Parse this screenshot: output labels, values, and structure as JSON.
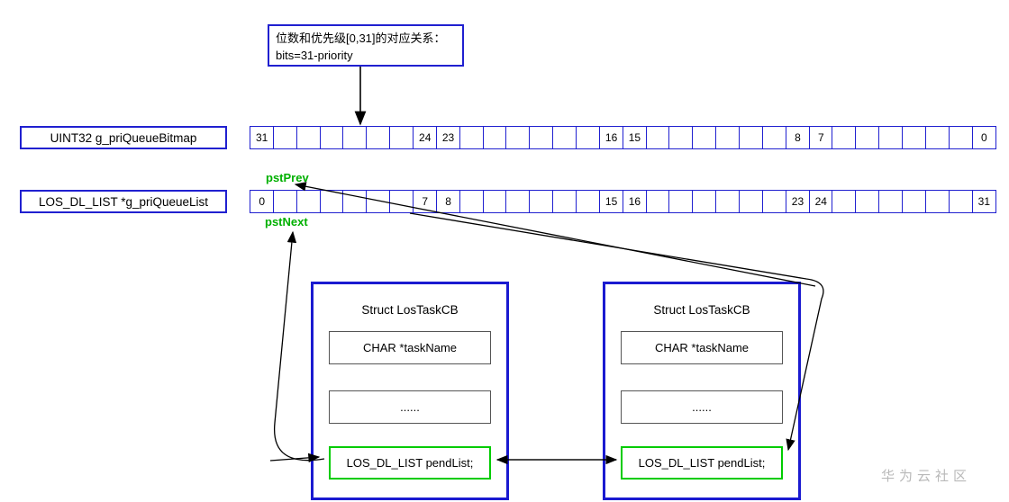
{
  "callout": {
    "text": "位数和优先级[0,31]的对应关系：\nbits=31-priority"
  },
  "bitmap_row": {
    "label": "UINT32 g_priQueueBitmap",
    "cells": [
      "31",
      "",
      "",
      "",
      "",
      "",
      "",
      "24",
      "23",
      "",
      "",
      "",
      "",
      "",
      "",
      "16",
      "15",
      "",
      "",
      "",
      "",
      "",
      "",
      "8",
      "7",
      "",
      "",
      "",
      "",
      "",
      "",
      "0"
    ]
  },
  "list_row": {
    "label": "LOS_DL_LIST *g_priQueueList",
    "cells": [
      "0",
      "",
      "",
      "",
      "",
      "",
      "",
      "7",
      "8",
      "",
      "",
      "",
      "",
      "",
      "",
      "15",
      "16",
      "",
      "",
      "",
      "",
      "",
      "",
      "23",
      "24",
      "",
      "",
      "",
      "",
      "",
      "",
      "31"
    ]
  },
  "pointers": {
    "prev_label": "pstPrev",
    "next_label": "pstNext"
  },
  "task_blocks": [
    {
      "title": "Struct LosTaskCB",
      "field_taskname": "CHAR *taskName",
      "field_ellipsis": "......",
      "field_pendlist": "LOS_DL_LIST pendList;"
    },
    {
      "title": "Struct LosTaskCB",
      "field_taskname": "CHAR *taskName",
      "field_ellipsis": "......",
      "field_pendlist": "LOS_DL_LIST pendList;"
    }
  ],
  "watermark": "华为云社区",
  "colors": {
    "blue_border": "#2020d0",
    "deep_blue": "#1a1ad0",
    "green": "#00cc00",
    "green_text": "#00b000",
    "gray_field": "#555555",
    "watermark": "#b9b9b9"
  }
}
